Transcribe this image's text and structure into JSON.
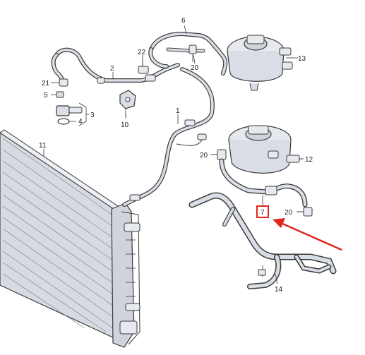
{
  "diagram": {
    "callouts": [
      {
        "id": "c1",
        "label": "1"
      },
      {
        "id": "c2",
        "label": "2"
      },
      {
        "id": "c3",
        "label": "3"
      },
      {
        "id": "c4",
        "label": "4"
      },
      {
        "id": "c5",
        "label": "5"
      },
      {
        "id": "c6",
        "label": "6"
      },
      {
        "id": "c7",
        "label": "7"
      },
      {
        "id": "c10",
        "label": "10"
      },
      {
        "id": "c11",
        "label": "11"
      },
      {
        "id": "c12",
        "label": "12"
      },
      {
        "id": "c13",
        "label": "13"
      },
      {
        "id": "c14",
        "label": "14"
      },
      {
        "id": "c20a",
        "label": "20"
      },
      {
        "id": "c20b",
        "label": "20"
      },
      {
        "id": "c20c",
        "label": "20"
      },
      {
        "id": "c21",
        "label": "21"
      },
      {
        "id": "c22",
        "label": "22"
      }
    ],
    "highlight": {
      "label_id": "c7",
      "color": "#e0261f"
    },
    "colors": {
      "line": "#3a3a3a",
      "hose_fill": "#d8dde6",
      "tank_fill": "#d9dee6",
      "radiator_fill": "#d6dbe3",
      "arrow": "#e0261f"
    }
  }
}
